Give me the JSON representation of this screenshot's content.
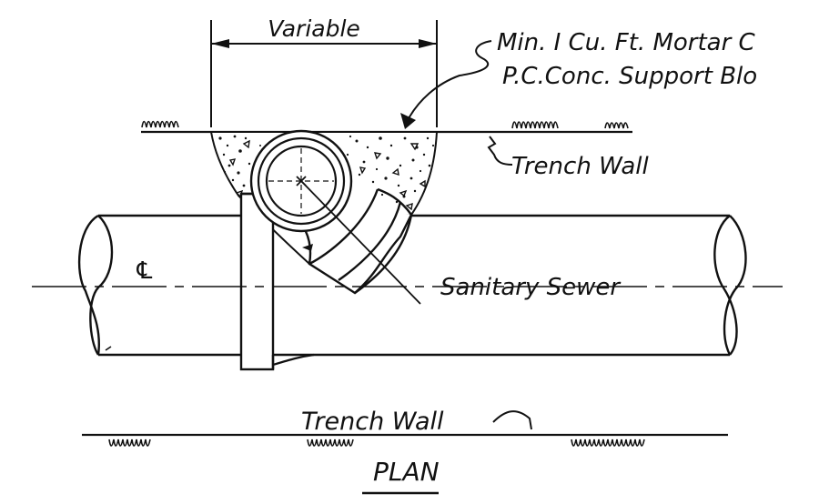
{
  "labels": {
    "variable": "Variable",
    "mortar_line1": "Min. I Cu. Ft. Mortar C",
    "mortar_line2": "P.C.Conc. Support Blo",
    "trench_wall_top": "Trench Wall",
    "centerline": "℄",
    "sanitary_sewer": "Sanitary Sewer",
    "trench_wall_bottom": "Trench Wall",
    "view_title": "PLAN"
  },
  "colors": {
    "ink": "#111111",
    "paper": "#ffffff",
    "fill": "#ffffff"
  }
}
